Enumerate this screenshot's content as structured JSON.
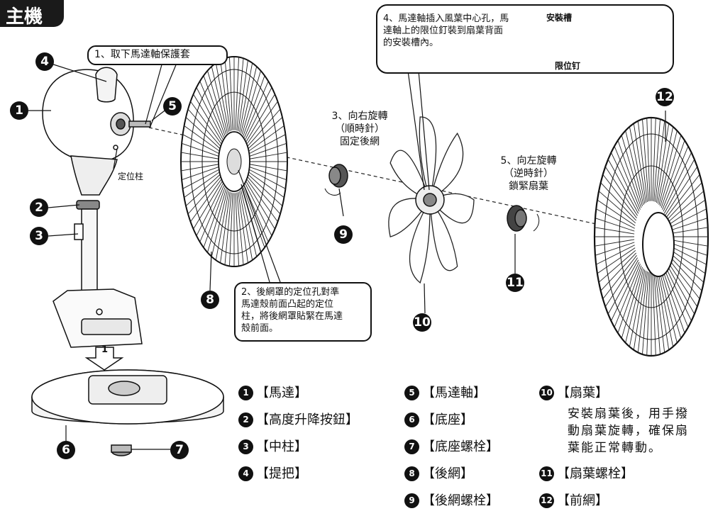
{
  "header": {
    "title": "主機"
  },
  "callouts": {
    "step1": "1、取下馬達軸保護套",
    "step2": [
      "2、後網罩的定位孔對準",
      "馬達殼前面凸起的定位",
      "柱，將後網罩貼緊在馬達",
      "殼前面。"
    ],
    "step4": [
      "4、馬達軸插入風葉中心孔，馬",
      "達軸上的限位釘裝到扇葉背面",
      "的安裝槽內。"
    ],
    "inset_slot": "安裝槽",
    "inset_pin": "限位钉"
  },
  "steps": {
    "step3": [
      "3、向右旋轉",
      "（順時針）",
      "固定後網"
    ],
    "step5": [
      "5、向左旋轉",
      "（逆時針）",
      "鎖緊扇葉"
    ]
  },
  "labels": {
    "post": "定位柱",
    "base_arrow": "1"
  },
  "markers": [
    "1",
    "2",
    "3",
    "4",
    "5",
    "6",
    "7",
    "8",
    "9",
    "10",
    "11",
    "12"
  ],
  "legend": [
    {
      "num": "1",
      "text": "【馬達】"
    },
    {
      "num": "2",
      "text": "【高度升降按鈕】"
    },
    {
      "num": "3",
      "text": "【中柱】"
    },
    {
      "num": "4",
      "text": "【提把】"
    },
    {
      "num": "5",
      "text": "【馬達軸】"
    },
    {
      "num": "6",
      "text": "【底座】"
    },
    {
      "num": "7",
      "text": "【底座螺栓】"
    },
    {
      "num": "8",
      "text": "【後網】"
    },
    {
      "num": "9",
      "text": "【後網螺栓】"
    },
    {
      "num": "10",
      "text": "【扇葉】"
    },
    {
      "num": "11",
      "text": "【扇葉螺栓】"
    },
    {
      "num": "12",
      "text": "【前網】"
    }
  ],
  "fan_note": [
    "安裝扇葉後，用手撥",
    "動扇葉旋轉，確保扇",
    "葉能正常轉動。"
  ]
}
